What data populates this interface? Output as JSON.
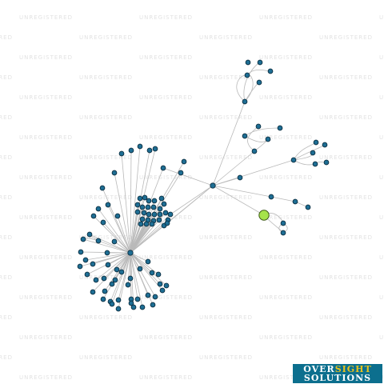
{
  "watermark_text": "UNREGISTERED",
  "logo": {
    "word1": "OVER",
    "word2": "SIGHT",
    "word3": "SOLUTIONS"
  },
  "colors": {
    "background": "#ffffff",
    "edge": "#b9b9b9",
    "node_fill": "#1e6e94",
    "node_stroke": "#0c2e40",
    "focus_fill": "#a6e34a",
    "logo_bg": "#0c6f8e",
    "logo_accent": "#e8c21c",
    "watermark": "#e3e3e3"
  }
}
